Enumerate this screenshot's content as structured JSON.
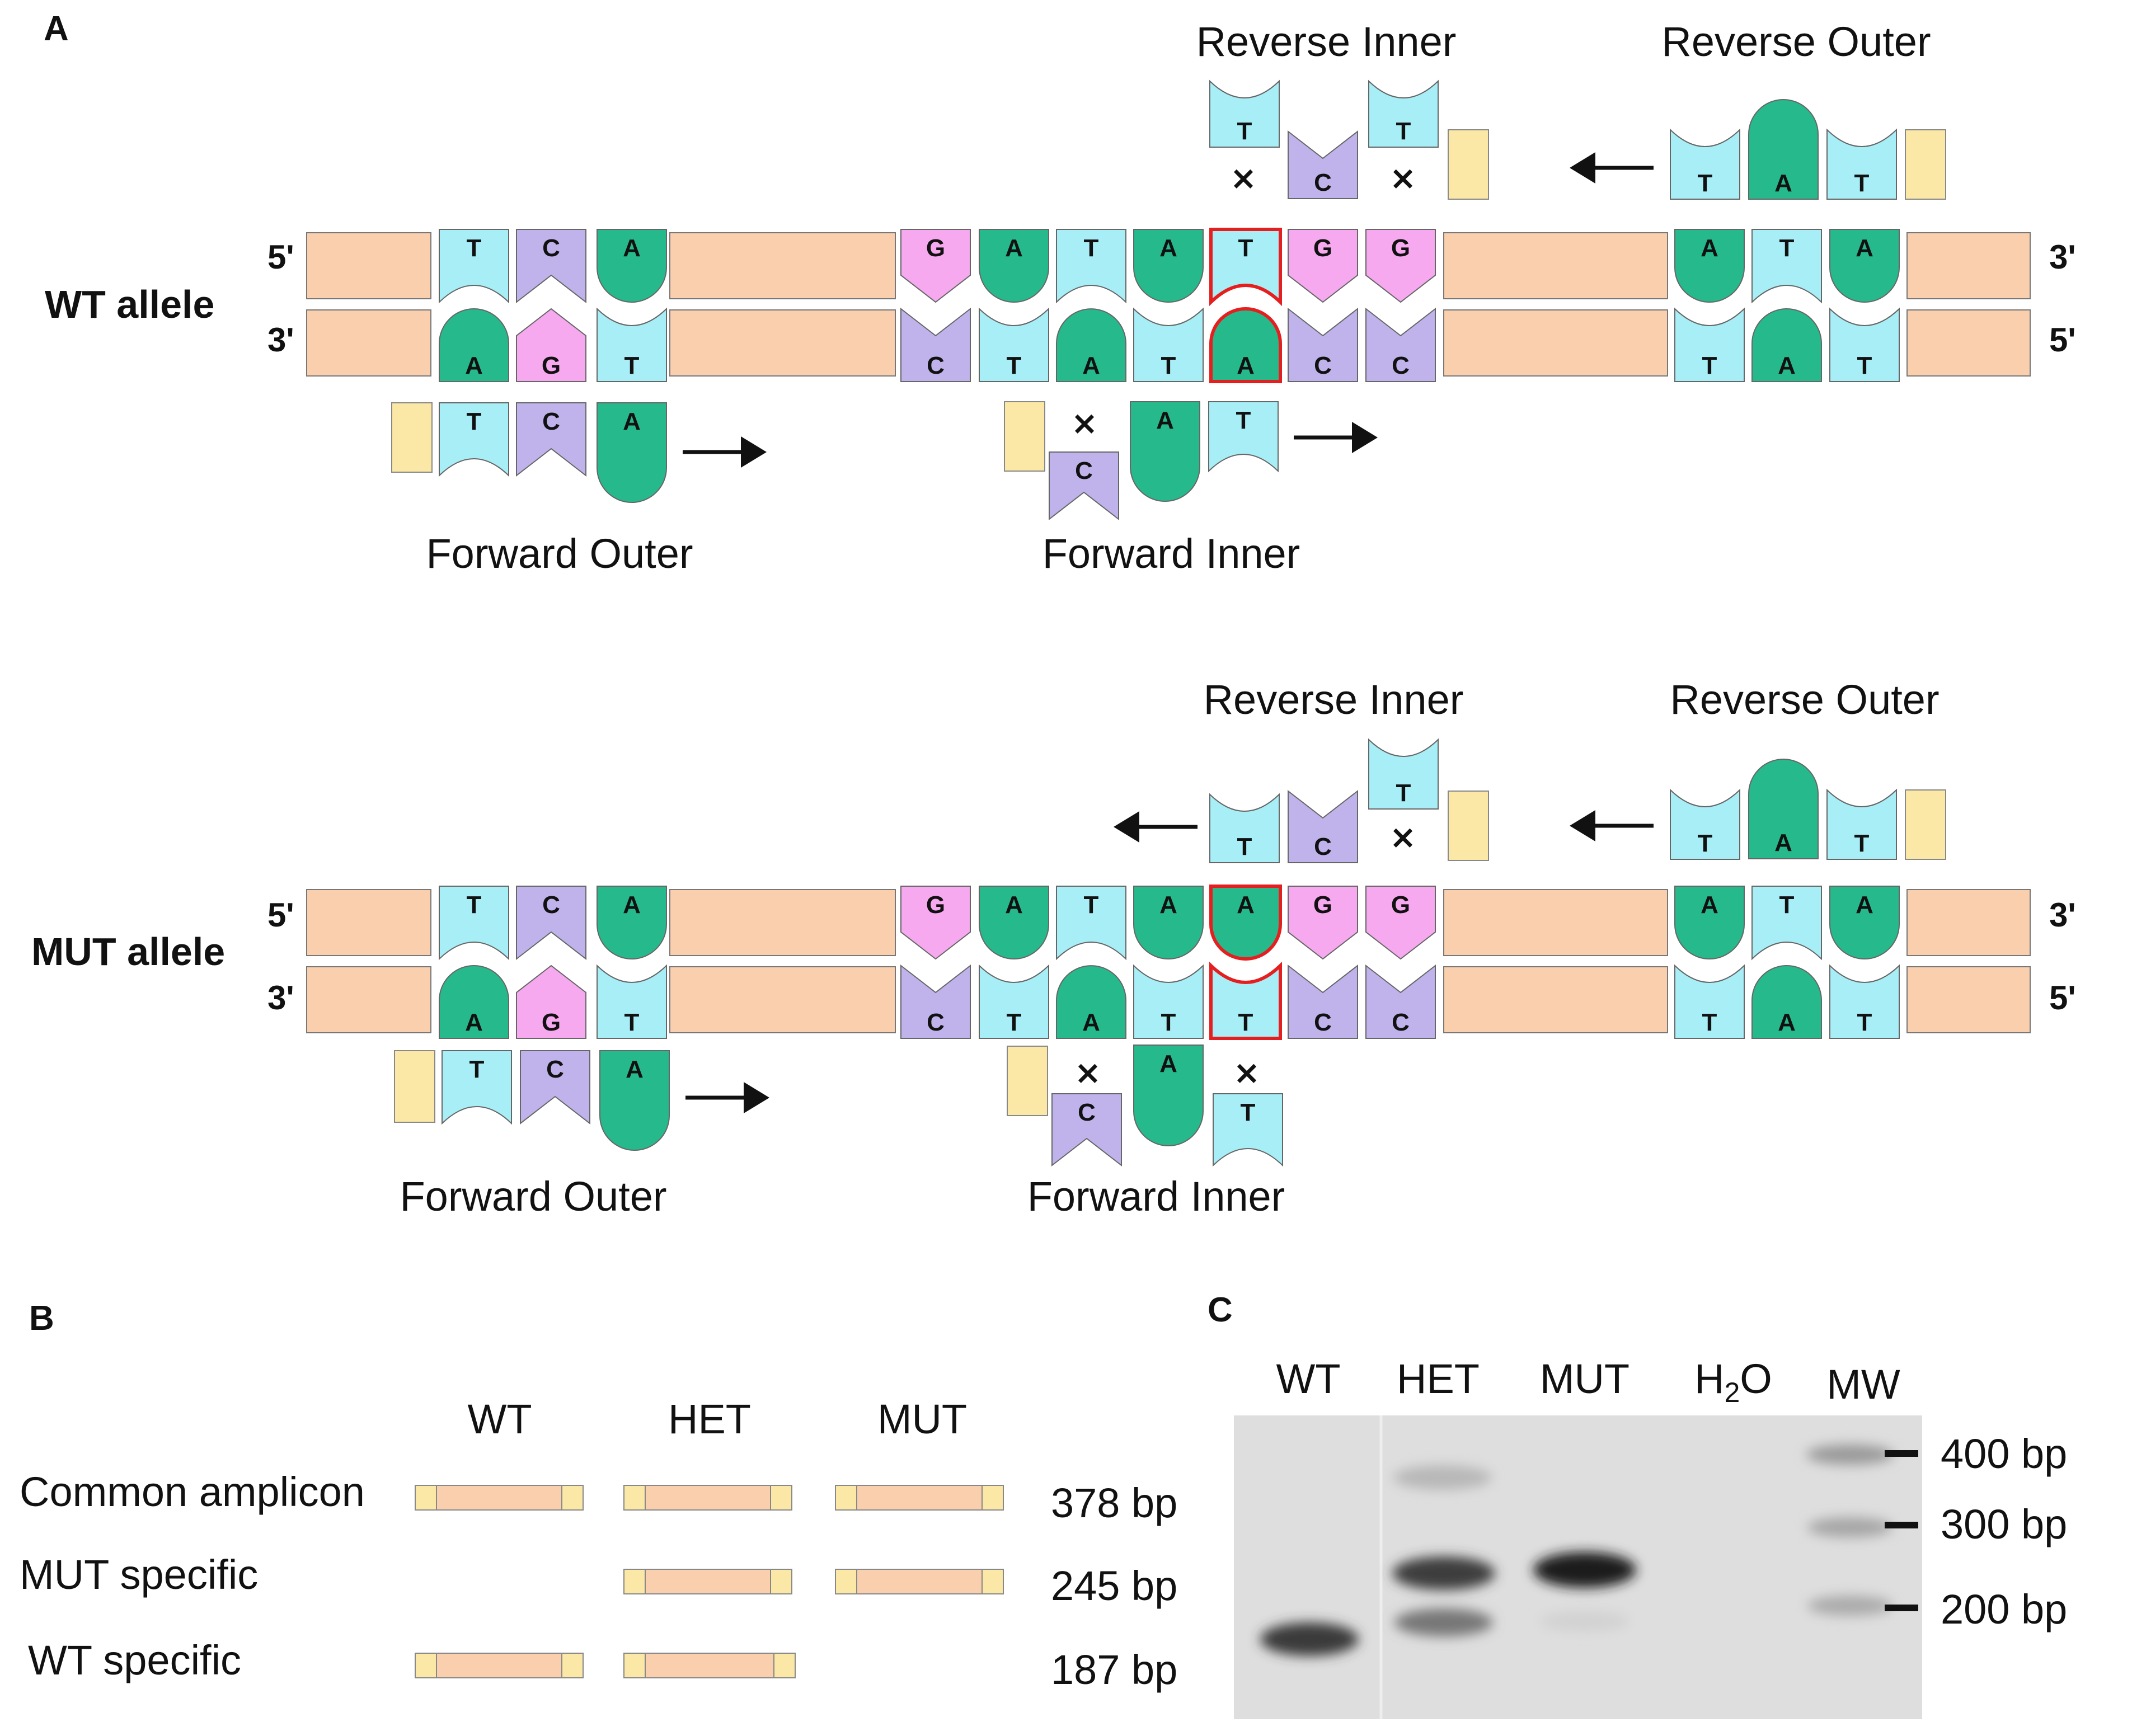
{
  "panels": {
    "a": "A",
    "b": "B",
    "c": "C"
  },
  "colors": {
    "backbone": "#f9cfae",
    "T": "#a8eef7",
    "A": "#26b98c",
    "C": "#c0b3ec",
    "G": "#f6a9ef",
    "tag": "#fbe7a6",
    "highlight": "#e51f1f"
  },
  "wt_allele": {
    "label": "WT allele",
    "top_5": "5'",
    "top_3": "3'",
    "bot_3": "3'",
    "bot_5": "5'",
    "top_strand": [
      "T",
      "C",
      "A",
      "G",
      "A",
      "T",
      "A",
      "T",
      "G",
      "G",
      "A",
      "T",
      "A"
    ],
    "bottom_strand": [
      "A",
      "G",
      "T",
      "C",
      "T",
      "A",
      "T",
      "A",
      "C",
      "C",
      "T",
      "A",
      "T"
    ],
    "reverse_inner": {
      "title": "Reverse Inner",
      "bases": [
        "T",
        "C",
        "T"
      ],
      "mismatch": "×"
    },
    "reverse_outer": {
      "title": "Reverse Outer",
      "bases": [
        "T",
        "A",
        "T"
      ]
    },
    "forward_outer": {
      "title": "Forward Outer",
      "bases": [
        "T",
        "C",
        "A"
      ]
    },
    "forward_inner": {
      "title": "Forward Inner",
      "bases": [
        "C",
        "A",
        "T"
      ],
      "mismatch": "×"
    }
  },
  "mut_allele": {
    "label": "MUT allele",
    "top_5": "5'",
    "top_3": "3'",
    "bot_3": "3'",
    "bot_5": "5'",
    "top_strand": [
      "T",
      "C",
      "A",
      "G",
      "A",
      "T",
      "A",
      "A",
      "G",
      "G",
      "A",
      "T",
      "A"
    ],
    "bottom_strand": [
      "A",
      "G",
      "T",
      "C",
      "T",
      "A",
      "T",
      "T",
      "C",
      "C",
      "T",
      "A",
      "T"
    ],
    "reverse_inner": {
      "title": "Reverse Inner",
      "bases": [
        "T",
        "C",
        "T"
      ],
      "mismatch": "×"
    },
    "reverse_outer": {
      "title": "Reverse Outer",
      "bases": [
        "T",
        "A",
        "T"
      ]
    },
    "forward_outer": {
      "title": "Forward Outer",
      "bases": [
        "T",
        "C",
        "A"
      ]
    },
    "forward_inner": {
      "title": "Forward Inner",
      "bases": [
        "C",
        "A",
        "T"
      ],
      "mismatch_1": "×",
      "mismatch_2": "×"
    }
  },
  "panel_b": {
    "columns": [
      "WT",
      "HET",
      "MUT"
    ],
    "rows": [
      {
        "label": "Common amplicon",
        "size": "378 bp",
        "present": [
          true,
          true,
          true
        ]
      },
      {
        "label": "MUT specific",
        "size": "245 bp",
        "present": [
          false,
          true,
          true
        ]
      },
      {
        "label": "WT specific",
        "size": "187 bp",
        "present": [
          true,
          true,
          false
        ]
      }
    ]
  },
  "panel_c": {
    "lanes": [
      "WT",
      "HET",
      "MUT",
      "H",
      "2",
      "O",
      "MW"
    ],
    "markers": [
      "400 bp",
      "300 bp",
      "200 bp"
    ]
  }
}
